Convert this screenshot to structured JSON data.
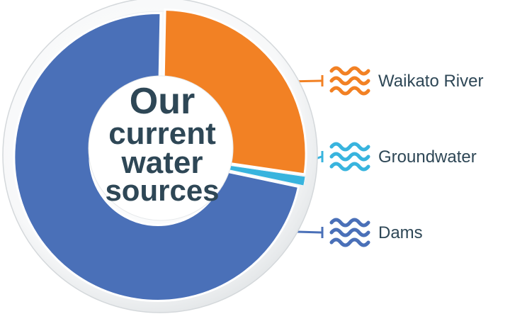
{
  "chart_data": {
    "type": "pie",
    "title_lines": [
      "Our",
      "current",
      "water",
      "sources"
    ],
    "slices": [
      {
        "label": "Waikato River",
        "value": 27,
        "color": "#f28124",
        "icon": "wave-icon"
      },
      {
        "label": "Groundwater",
        "value": 1,
        "color": "#38b4de",
        "icon": "wave-icon"
      },
      {
        "label": "Dams",
        "value": 72,
        "color": "#4a70b8",
        "icon": "wave-icon"
      }
    ]
  }
}
